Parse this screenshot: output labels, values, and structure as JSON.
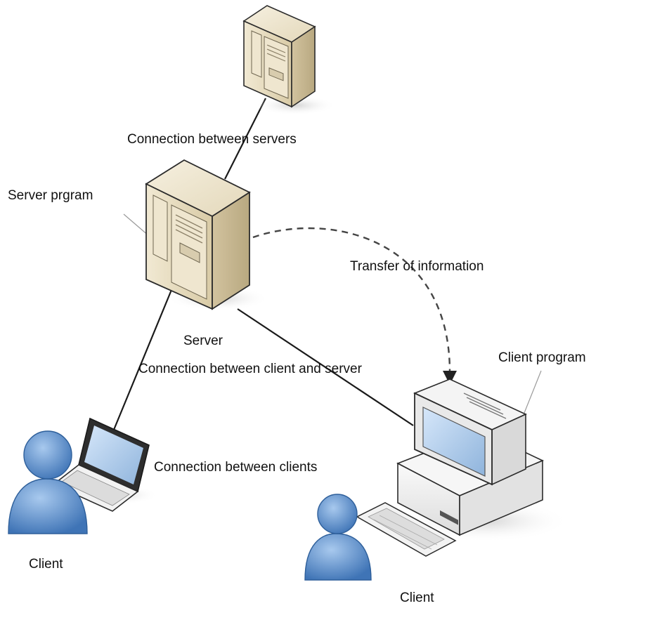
{
  "labels": {
    "connection_between_servers": "Connection between servers",
    "server_program": "Server prgram",
    "transfer_of_information": "Transfer of information",
    "server": "Server",
    "connection_between_client_and_server": "Connection between client and server",
    "client_program": "Client program",
    "connection_between_clients": "Connection between clients",
    "client_left": "Client",
    "client_right": "Client"
  },
  "colors": {
    "server_face": "#e6dcc2",
    "server_side": "#cdbf9c",
    "server_outline": "#2b2b2b",
    "person_blue": "#4f86c6",
    "person_light": "#8fb7e4",
    "screen_blue": "#b9d4f2",
    "computer_body": "#f0f0f0",
    "line_color": "#1a1a1a"
  },
  "icons": [
    "server-icon",
    "desktop-computer-icon",
    "laptop-icon",
    "user-icon",
    "keyboard-icon"
  ]
}
